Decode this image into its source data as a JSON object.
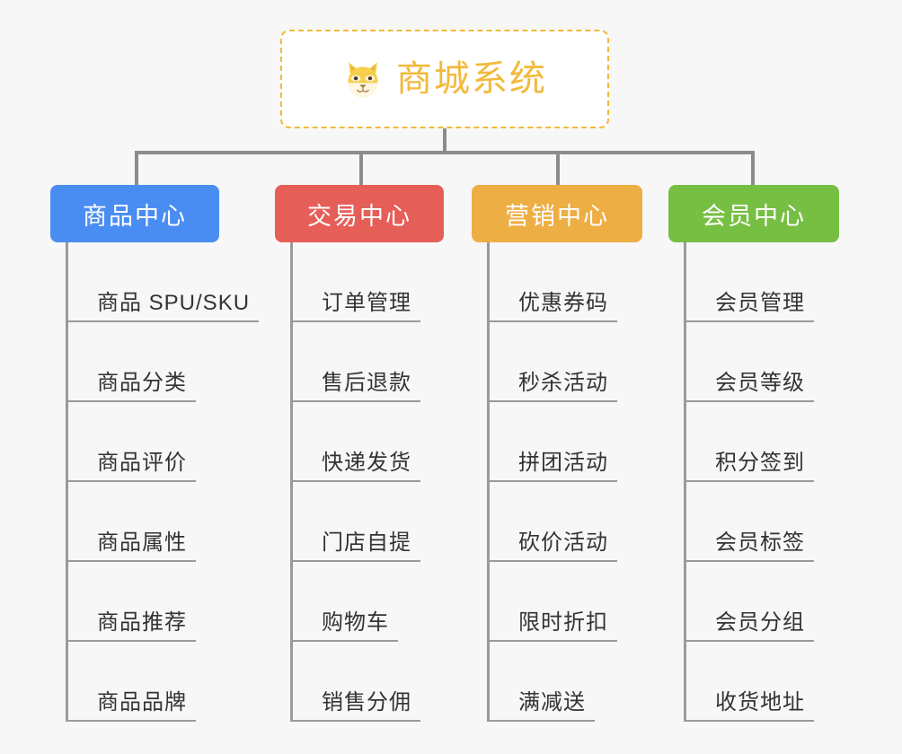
{
  "diagram": {
    "background_color": "#f7f7f7",
    "connector_color": "#8c8c8c",
    "root": {
      "title": "商城系统",
      "icon": "shiba-dog-face-icon",
      "text_color": "#f2b93c",
      "border_color": "#f2b93c",
      "background_color": "#ffffff"
    },
    "columns": [
      {
        "header": "商品中心",
        "color": "#4a8df2",
        "items": [
          "商品 SPU/SKU",
          "商品分类",
          "商品评价",
          "商品属性",
          "商品推荐",
          "商品品牌"
        ]
      },
      {
        "header": "交易中心",
        "color": "#e65e58",
        "items": [
          "订单管理",
          "售后退款",
          "快递发货",
          "门店自提",
          "购物车",
          "销售分佣"
        ]
      },
      {
        "header": "营销中心",
        "color": "#edae44",
        "items": [
          "优惠券码",
          "秒杀活动",
          "拼团活动",
          "砍价活动",
          "限时折扣",
          "满减送"
        ]
      },
      {
        "header": "会员中心",
        "color": "#76bf43",
        "items": [
          "会员管理",
          "会员等级",
          "积分签到",
          "会员标签",
          "会员分组",
          "收货地址"
        ]
      }
    ]
  }
}
